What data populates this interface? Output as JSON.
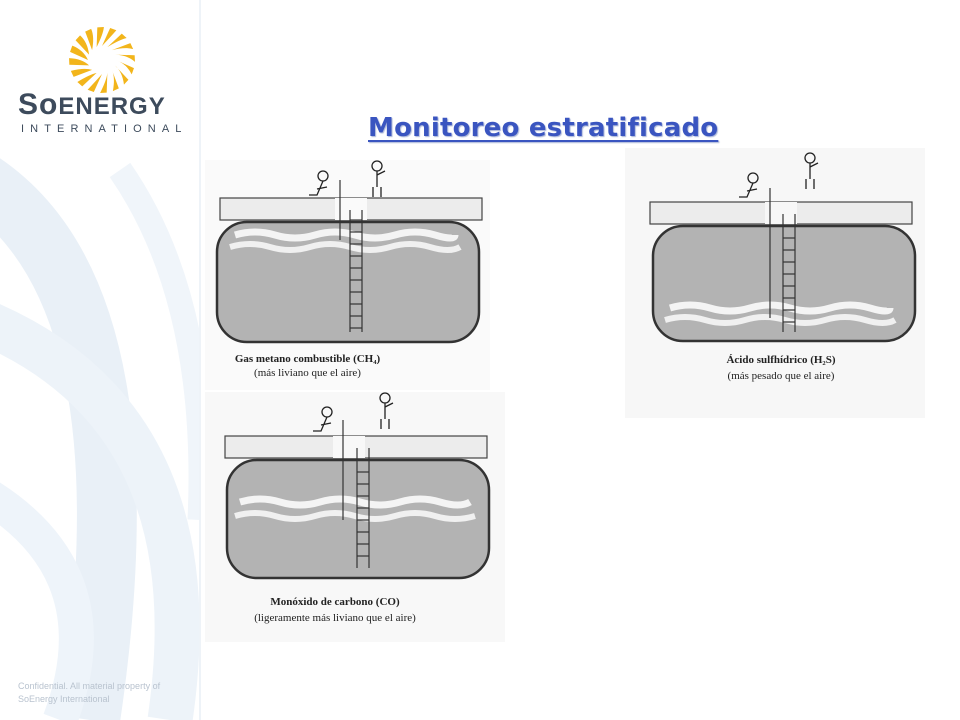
{
  "brand": {
    "name_so": "So",
    "name_e": "E",
    "name_rest": "NERGY",
    "sub": "INTERNATIONAL",
    "sun_color": "#f2b51b",
    "text_color": "#3d4b5c"
  },
  "slide": {
    "title": "Monitoreo estratificado",
    "title_color": "#3a55c0"
  },
  "diagrams": [
    {
      "caption": "Gas metano combustible (CH₄)",
      "subcaption": "(más liviano que el aire)"
    },
    {
      "caption": "Ácido sulfhídrico (H₂S)",
      "subcaption": "(más pesado que el aire)"
    },
    {
      "caption": "Monóxido de carbono (CO)",
      "subcaption": "(ligeramente más liviano que el aire)"
    }
  ],
  "footer": {
    "line1": "Confidential. All material property of",
    "line2": "SoEnergy International"
  }
}
